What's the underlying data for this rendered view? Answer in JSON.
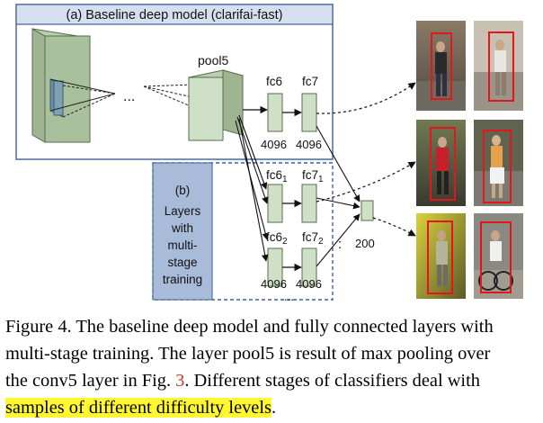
{
  "panel_a": {
    "title": "(a) Baseline deep model (clarifai-fast)",
    "dots": "...",
    "pool5_label": "pool5",
    "fc6_label": "fc6",
    "fc7_label": "fc7",
    "fc6_size": "4096",
    "fc7_size": "4096"
  },
  "panel_b": {
    "title_lines": [
      "(b)",
      "Layers",
      "with",
      "multi-",
      "stage",
      "training"
    ],
    "fc6_1": "fc6",
    "fc7_1": "fc7",
    "fc6_2": "fc6",
    "fc7_2": "fc7",
    "sub_1": "1",
    "sub_2": "2",
    "size_left": "4096",
    "size_right": "4096",
    "vdots": ":",
    "bottom_dots": "...",
    "out_size": "200"
  },
  "caption": {
    "line1": "Figure 4. The baseline deep model and fully connected layers with",
    "line2": "multi-stage training. The layer pool5 is result of max pooling over",
    "line3_a": "the conv5 layer in Fig. ",
    "line3_ref": "3",
    "line3_b": ". Different stages of classifiers deal with",
    "line4_highlight": "samples of different difficulty levels",
    "line4_end": "."
  },
  "colors": {
    "box_fill": "#cfe0c6",
    "box_stroke": "#556b4f",
    "panel_a_border": "#3f5f9b",
    "panel_a_header": "#d6dff0",
    "panel_b_side": "#a8bbd9",
    "highlight": "#fff830",
    "fig_ref": "#c0392b",
    "sample_box": "#e8141c"
  }
}
